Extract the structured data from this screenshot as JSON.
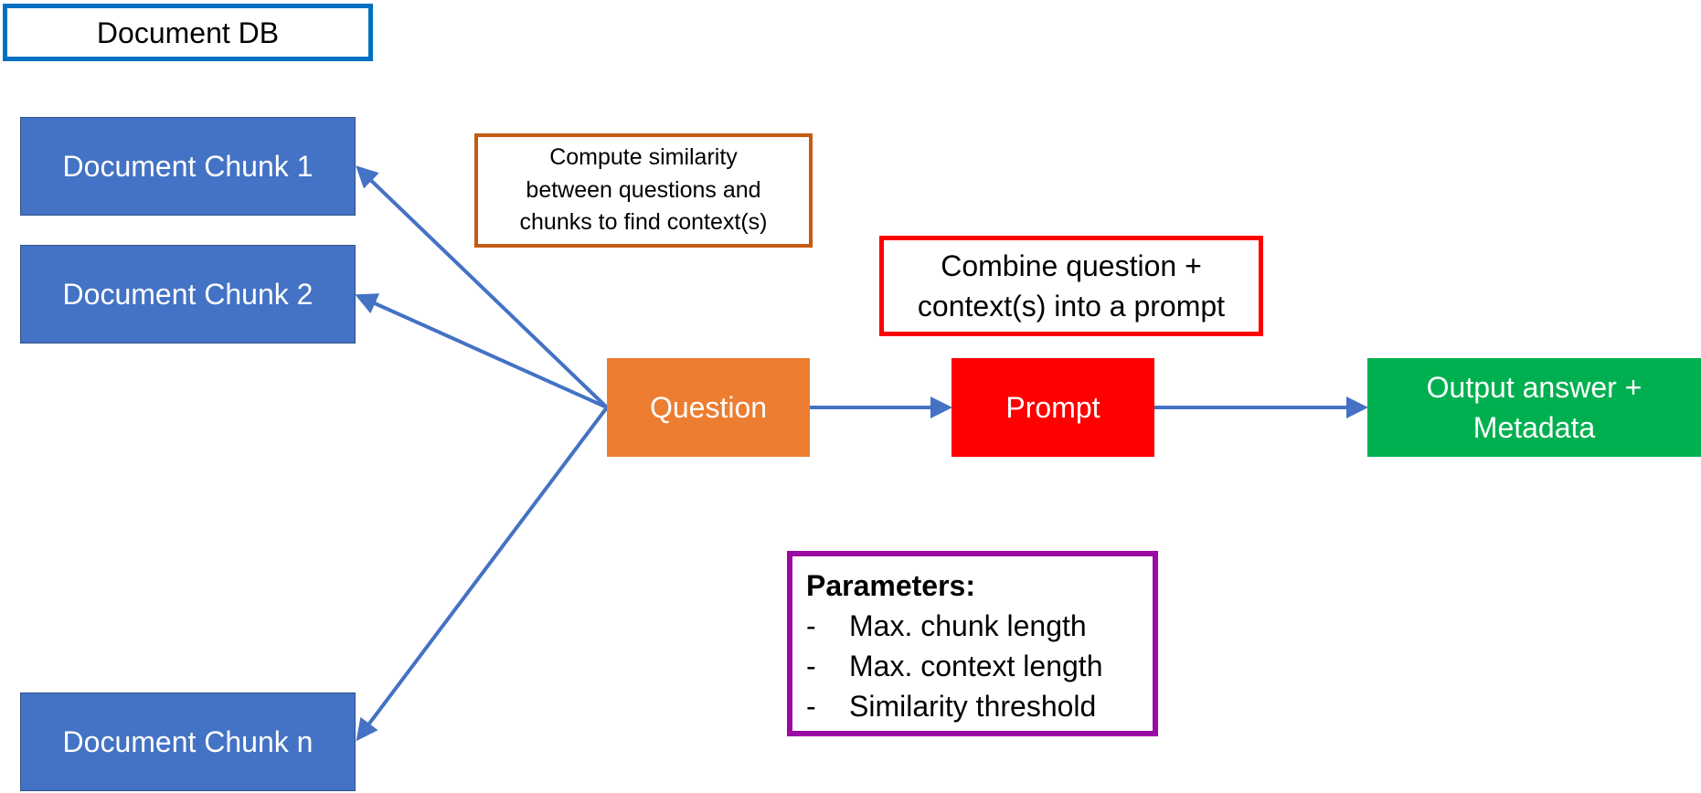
{
  "diagram": {
    "title": "Document DB",
    "chunks": [
      {
        "label": "Document Chunk 1"
      },
      {
        "label": "Document Chunk 2"
      },
      {
        "label": "Document Chunk n"
      }
    ],
    "similarity_note": {
      "lines": [
        "Compute similarity",
        "between questions and",
        "chunks to find context(s)"
      ]
    },
    "combine_note": {
      "lines": [
        "Combine question +",
        "context(s) into a prompt"
      ]
    },
    "question_label": "Question",
    "prompt_label": "Prompt",
    "output": {
      "lines": [
        "Output answer +",
        "Metadata"
      ]
    },
    "parameters": {
      "heading": "Parameters:",
      "bullet": "-",
      "items": [
        "Max. chunk length",
        "Max. context length",
        "Similarity threshold"
      ]
    },
    "colors": {
      "chunk_fill": "#4472c4",
      "arrow": "#4472c4",
      "title_border": "#0070c0",
      "question_fill": "#ed7d31",
      "similarity_border": "#c55a11",
      "prompt_fill": "#ff0000",
      "combine_border": "#ff0000",
      "output_fill": "#00b050",
      "parameters_border": "#9b0aa3"
    }
  }
}
